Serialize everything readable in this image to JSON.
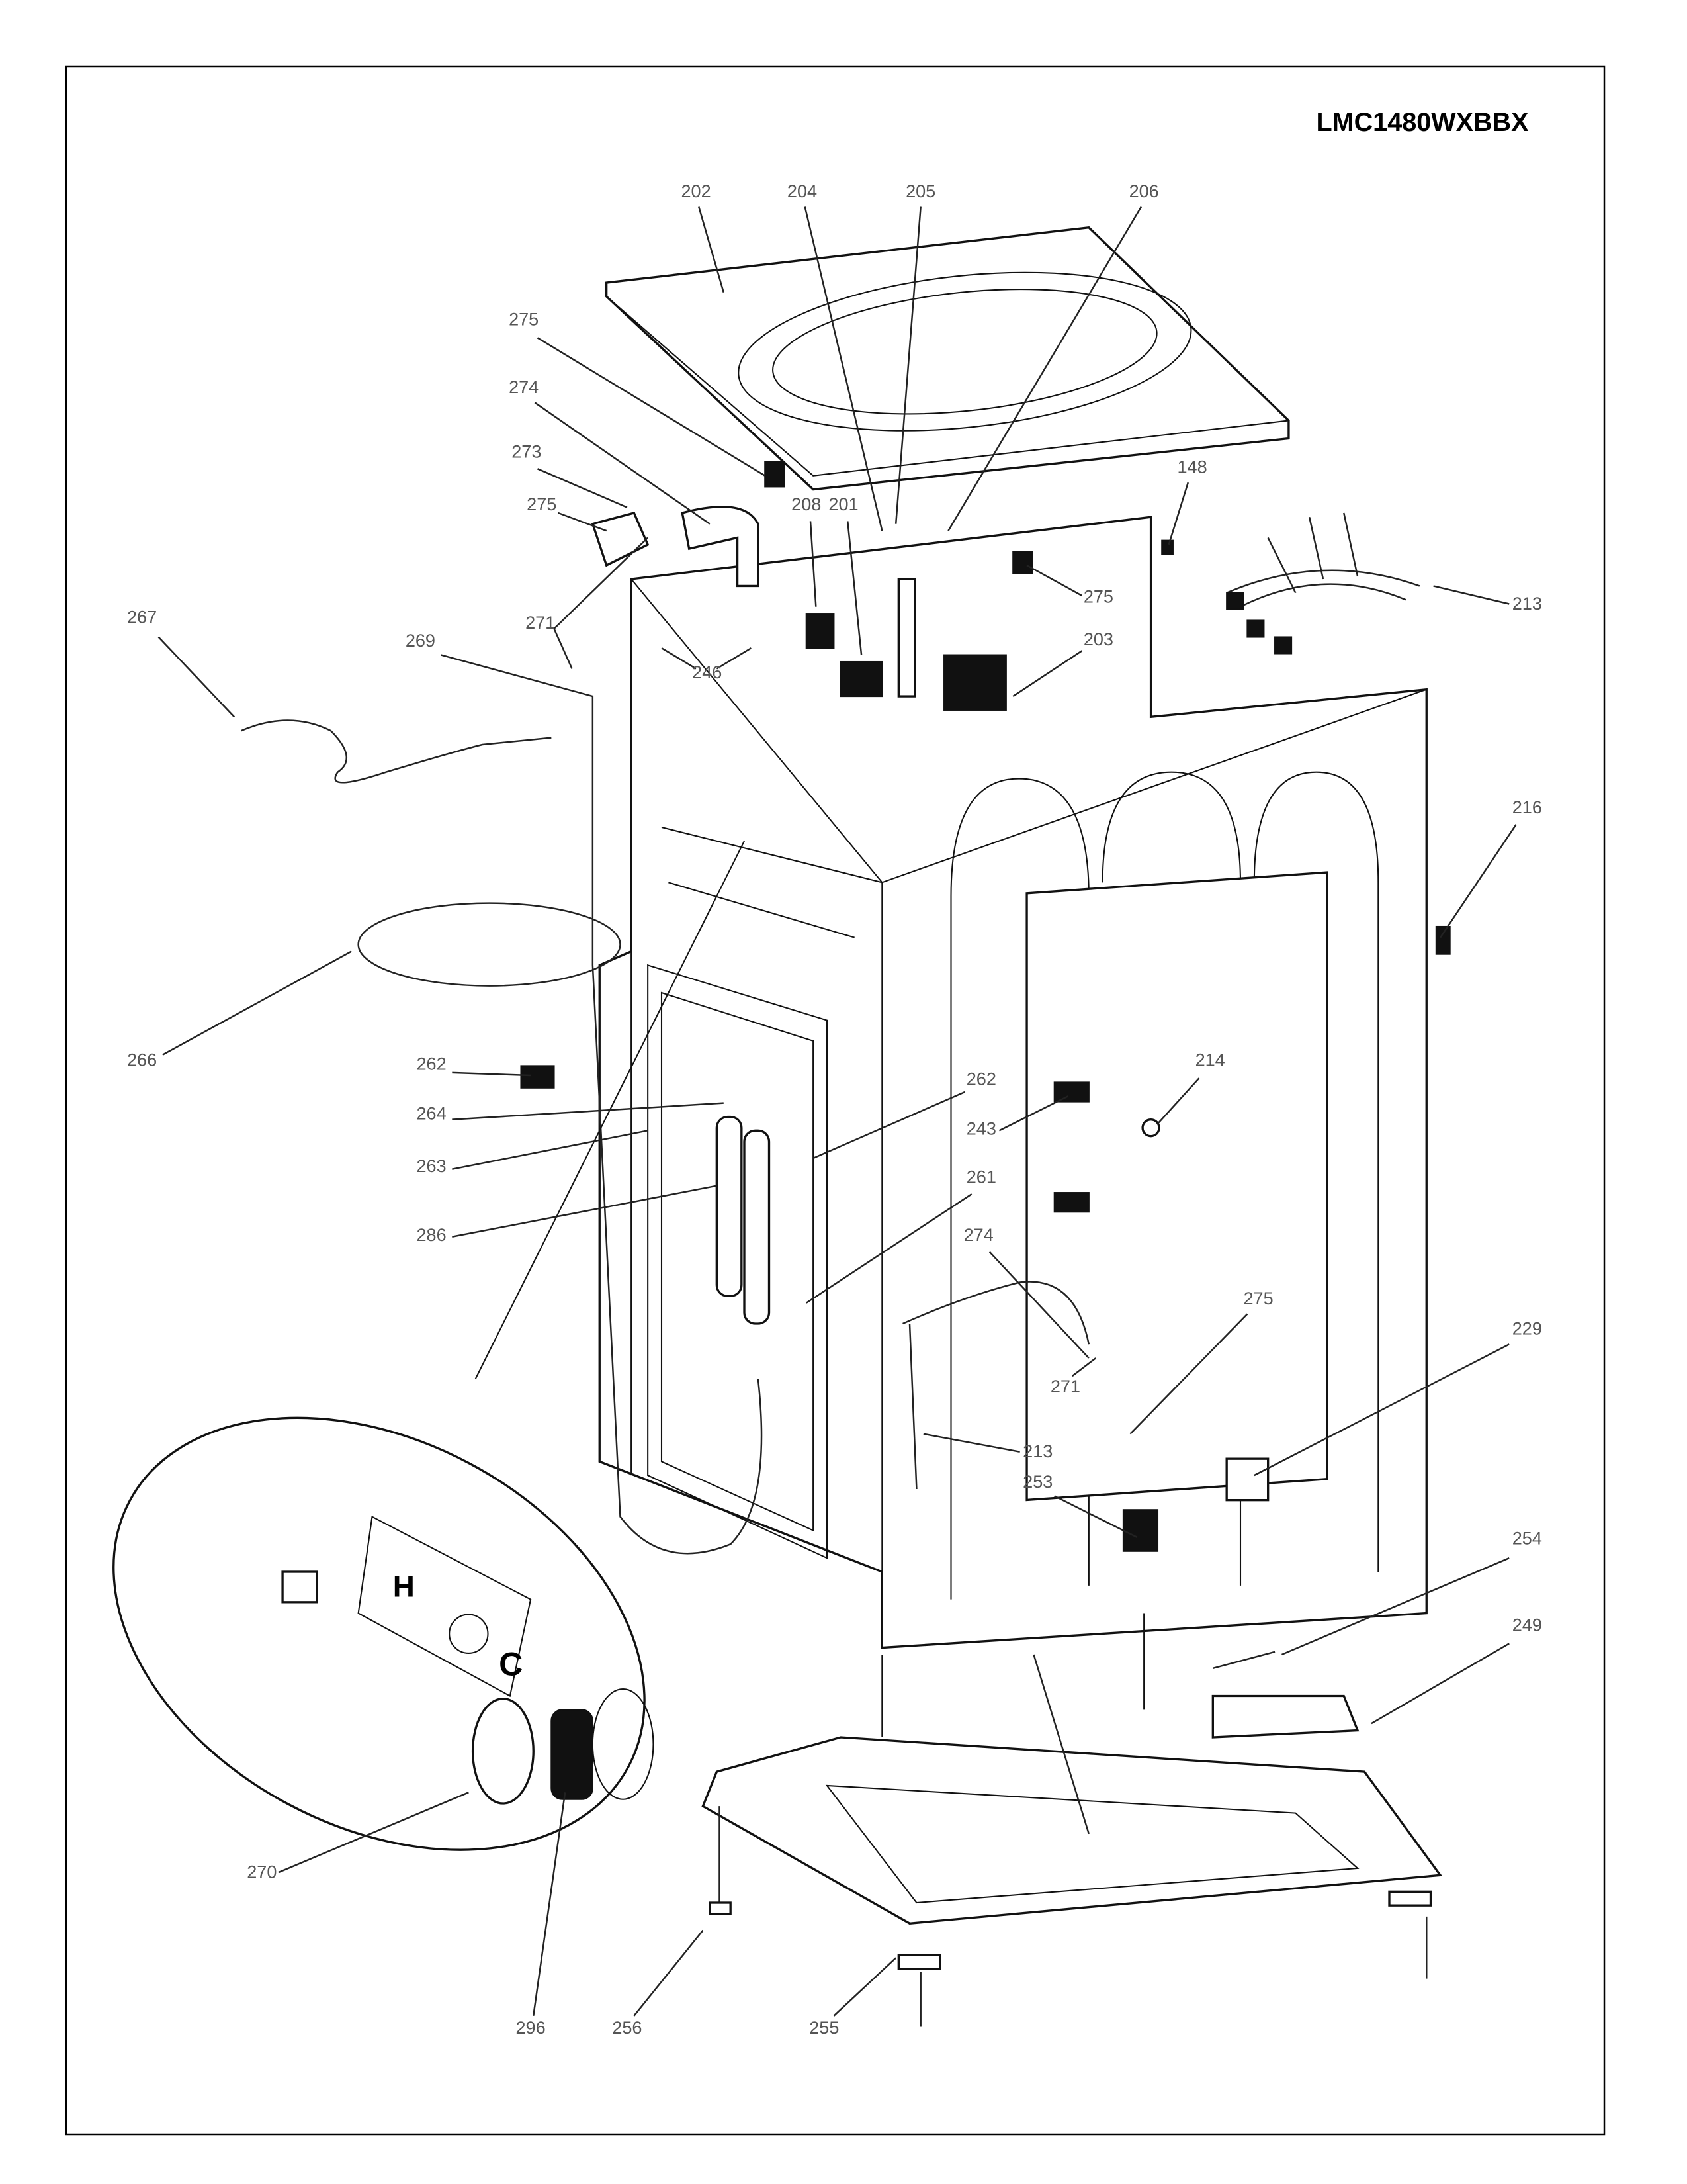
{
  "model": "LMC1480WXBBX",
  "inset_markings": {
    "hot": "H",
    "cold": "C"
  },
  "callouts": [
    "202",
    "204",
    "205",
    "206",
    "275",
    "274",
    "273",
    "275",
    "208",
    "201",
    "148",
    "275",
    "213",
    "203",
    "267",
    "271",
    "269",
    "246",
    "216",
    "266",
    "262",
    "264",
    "263",
    "262",
    "243",
    "214",
    "261",
    "286",
    "274",
    "275",
    "229",
    "271",
    "213",
    "253",
    "254",
    "249",
    "270",
    "296",
    "256",
    "255"
  ]
}
